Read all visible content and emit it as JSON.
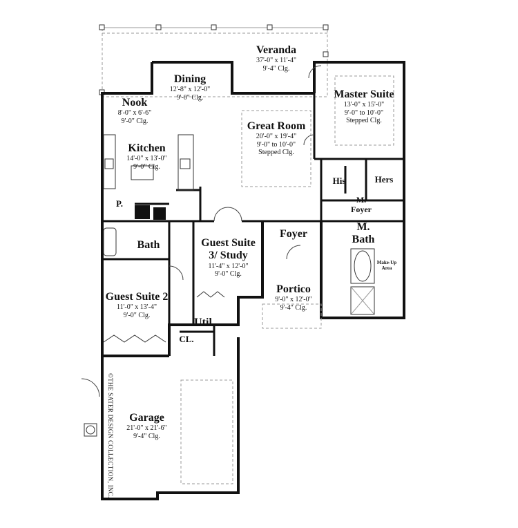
{
  "rooms": {
    "veranda": {
      "name": "Veranda",
      "dims": "37'-0\" x 11'-4\"",
      "clg": "9'-4\" Clg."
    },
    "dining": {
      "name": "Dining",
      "dims": "12'-8\" x 12'-0\"",
      "clg": "9'-0\" Clg."
    },
    "nook": {
      "name": "Nook",
      "dims": "8'-0\" x 6'-6\"",
      "clg": "9'-0\" Clg."
    },
    "master_suite": {
      "name": "Master Suite",
      "dims": "13'-0\" x 15'-0\"",
      "clg1": "9'-0\" to 10'-0\"",
      "clg2": "Stepped Clg."
    },
    "great_room": {
      "name": "Great Room",
      "dims": "20'-0\" x 19'-4\"",
      "clg1": "9'-0\" to 10'-0\"",
      "clg2": "Stepped Clg."
    },
    "kitchen": {
      "name": "Kitchen",
      "dims": "14'-0\" x 13'-0\"",
      "clg": "9'-0\" Clg."
    },
    "his": {
      "name": "His"
    },
    "hers": {
      "name": "Hers"
    },
    "m_foyer": {
      "name1": "M.",
      "name2": "Foyer"
    },
    "pantry": {
      "name": "P."
    },
    "foyer": {
      "name": "Foyer"
    },
    "m_bath": {
      "name1": "M.",
      "name2": "Bath"
    },
    "makeup": {
      "name1": "Make-Up",
      "name2": "Area"
    },
    "bath": {
      "name": "Bath"
    },
    "guest_suite_3": {
      "name1": "Guest Suite",
      "name2": "3/ Study",
      "dims": "11'-4\" x 12'-0\"",
      "clg": "9'-0\" Clg."
    },
    "portico": {
      "name": "Portico",
      "dims": "9'-0\" x 12'-0\"",
      "clg": "9'-4\" Clg."
    },
    "guest_suite_2": {
      "name": "Guest Suite 2",
      "dims": "11'-0\" x 13'-4\"",
      "clg": "9'-0\" Clg."
    },
    "util": {
      "name": "Util."
    },
    "closet": {
      "name": "CL."
    },
    "garage": {
      "name": "Garage",
      "dims": "21'-0\" x 21'-6\"",
      "clg": "9'-4\" Clg."
    }
  },
  "copyright": "©THE SATER DESIGN COLLECTION, INC.",
  "colors": {
    "wall": "#111111",
    "dash": "#999999",
    "fill": "#ffffff"
  }
}
